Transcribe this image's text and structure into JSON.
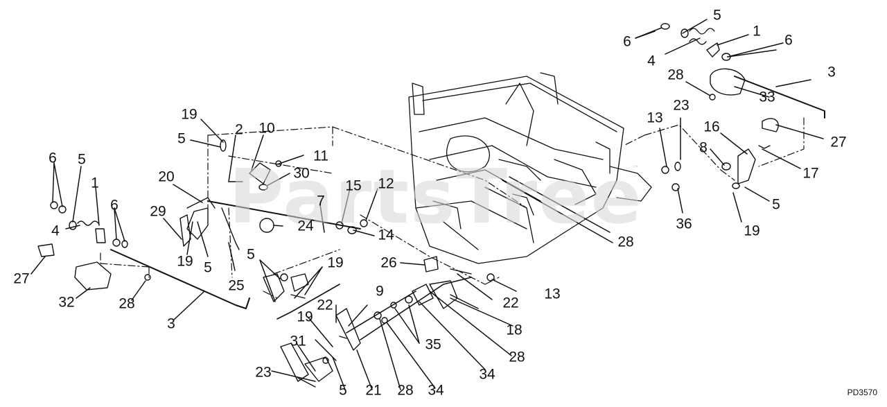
{
  "watermark": {
    "text": "PartsTree",
    "trademark": "™"
  },
  "drawing_number": "PD3570",
  "callouts": [
    "6",
    "5",
    "1",
    "6",
    "4",
    "28",
    "3",
    "33",
    "27",
    "13",
    "23",
    "16",
    "8",
    "17",
    "5",
    "36",
    "19",
    "19",
    "5",
    "2",
    "10",
    "11",
    "30",
    "20",
    "15",
    "12",
    "7",
    "24",
    "29",
    "19",
    "5",
    "25",
    "14",
    "28",
    "6",
    "5",
    "1",
    "6",
    "4",
    "27",
    "32",
    "28",
    "3",
    "5",
    "19",
    "26",
    "22",
    "13",
    "9",
    "22",
    "18",
    "35",
    "28",
    "19",
    "34",
    "31",
    "23",
    "5",
    "21",
    "28",
    "34"
  ]
}
